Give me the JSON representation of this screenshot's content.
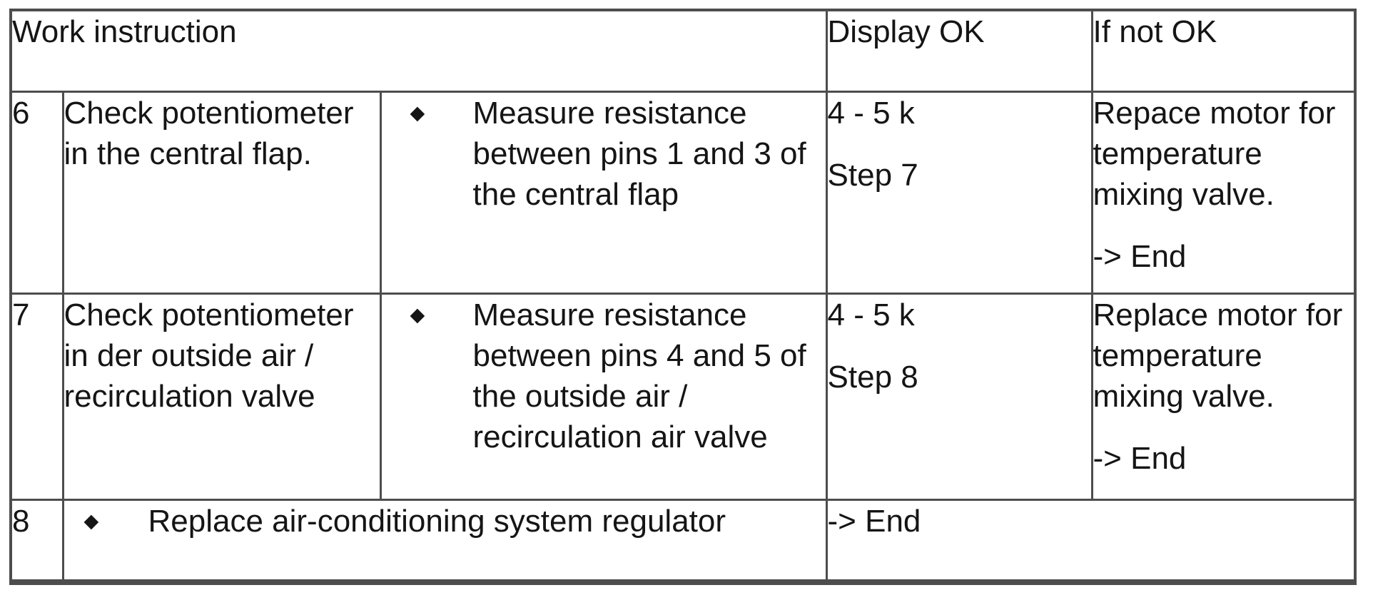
{
  "document": {
    "header": {
      "work_instruction": "Work instruction",
      "display_ok": "Display OK",
      "if_not_ok": "If not OK"
    },
    "bullet_glyph": "◆",
    "rows": [
      {
        "step": "6",
        "task_lines": [
          "Check potentiometer",
          "in the central flap."
        ],
        "action_lines": [
          "Measure resistance",
          "between pins 1 and 3 of",
          "the central flap"
        ],
        "display_ok_value": "4 - 5 k",
        "display_ok_step": "Step 7",
        "if_not_ok_lines": [
          "Repace motor for",
          "temperature",
          "mixing valve."
        ],
        "if_not_ok_end": "-> End"
      },
      {
        "step": "7",
        "task_lines": [
          "Check potentiometer",
          "in der outside air /",
          "recirculation valve"
        ],
        "action_lines": [
          "Measure resistance",
          "between pins 4 and 5 of",
          "the outside air /",
          "recirculation air valve"
        ],
        "display_ok_value": "4 - 5 k",
        "display_ok_step": "Step 8",
        "if_not_ok_lines": [
          "Replace motor for",
          "temperature",
          "mixing valve."
        ],
        "if_not_ok_end": "-> End"
      },
      {
        "step": "8",
        "action": "Replace air-conditioning system regulator",
        "result": "-> End"
      }
    ]
  },
  "colors": {
    "border": "#4d4d4d",
    "text": "#151515",
    "background": "#ffffff"
  }
}
